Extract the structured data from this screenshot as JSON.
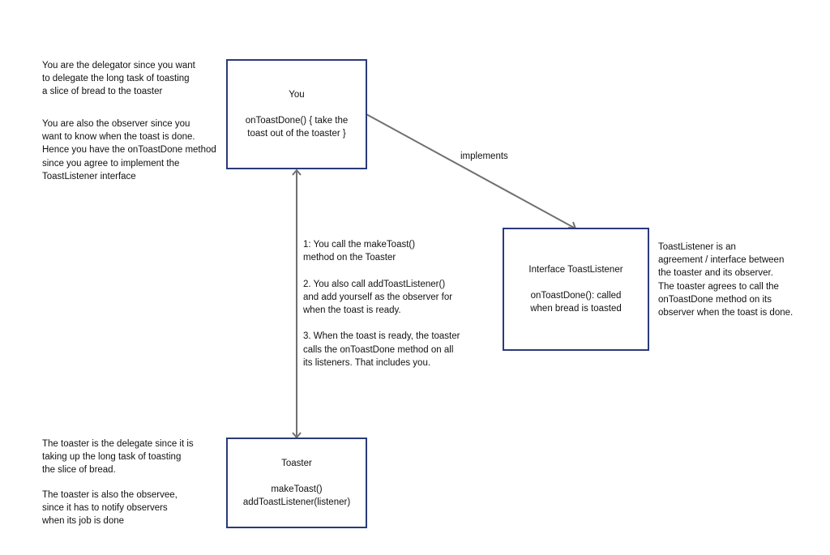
{
  "notes": {
    "you_delegator": "You are the delegator since you want\nto delegate the long task of toasting\na slice of bread to the toaster",
    "you_observer": "You are also the observer since you\nwant to know when the toast is done.\nHence you have the onToastDone method\nsince you agree to implement the\nToastListener interface",
    "steps": "1: You call the makeToast()\nmethod on the Toaster\n\n2. You also call addToastListener()\nand add yourself as the observer for\nwhen the toast is ready.\n\n3. When the toast is ready, the toaster\ncalls the onToastDone method on all\nits listeners. That includes you.",
    "listener_description": "ToastListener is an\nagreement / interface between\nthe toaster and its observer.\nThe toaster agrees to call the\nonToastDone method on its\nobserver when the toast is done.",
    "toaster_delegate": "The toaster is the delegate since it is\ntaking up the long task of toasting\nthe slice of bread.",
    "toaster_observee": "The toaster is also the observee,\nsince it has to notify observers\nwhen its job is done"
  },
  "boxes": {
    "you": {
      "title": "You",
      "body": "onToastDone() { take the\ntoast out of the toaster }"
    },
    "interface": {
      "title": "Interface ToastListener",
      "body": "onToastDone(): called\nwhen bread is toasted"
    },
    "toaster": {
      "title": "Toaster",
      "body": "makeToast()\naddToastListener(listener)"
    }
  },
  "edges": {
    "implements_label": "implements"
  },
  "colors": {
    "box_border": "#2b3a7a",
    "connector": "#707070"
  }
}
